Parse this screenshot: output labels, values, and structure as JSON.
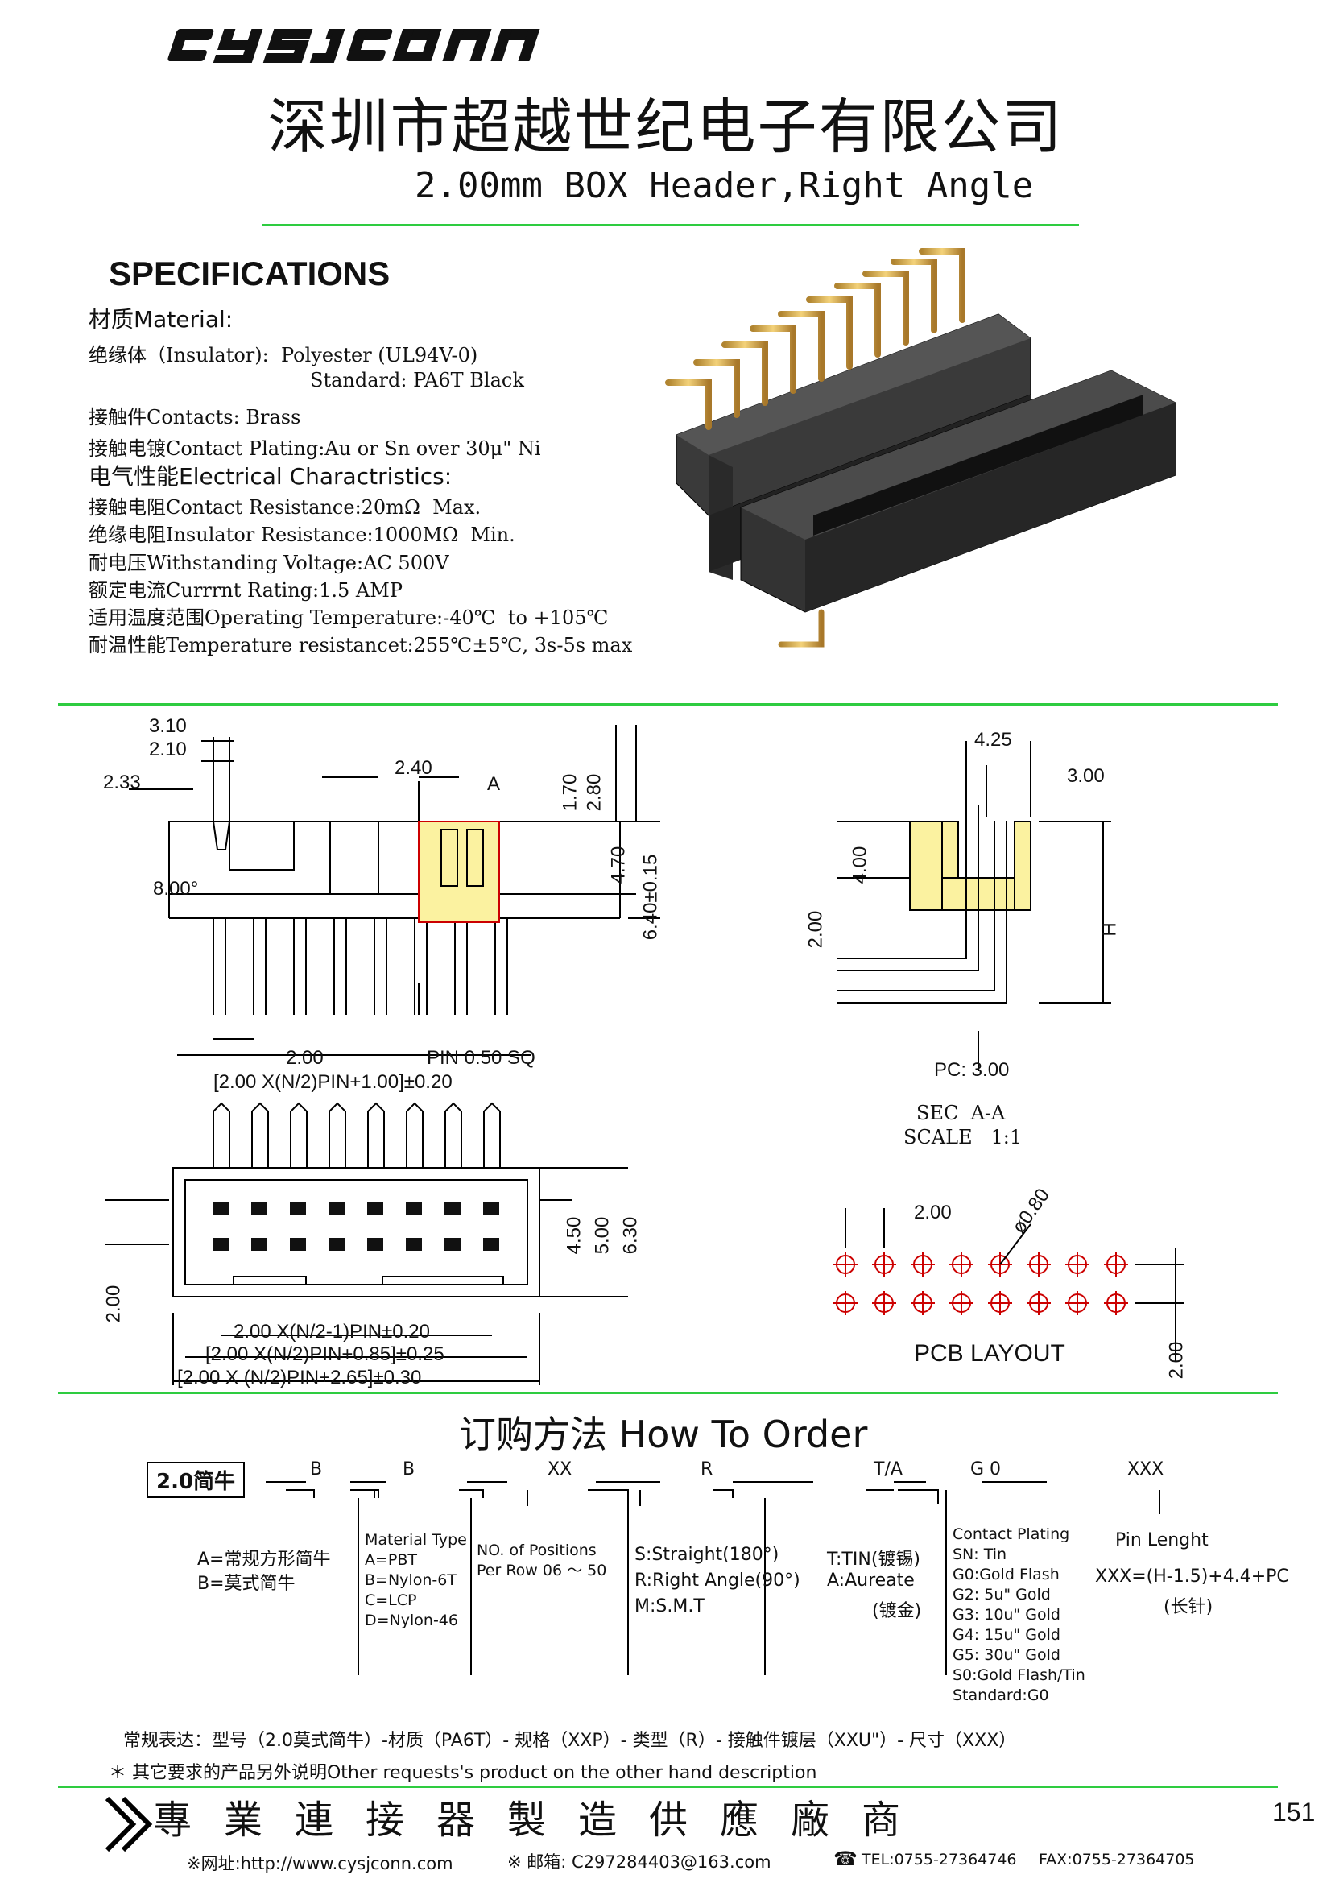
{
  "header": {
    "company_cn": "深圳市超越世纪电子有限公司",
    "product_title": "2.00mm BOX Header,Right Angle"
  },
  "specs": {
    "heading": "SPECIFICATIONS",
    "material_heading": "材质Material:",
    "insulator": "绝缘体（Insulator):  Polyester (UL94V-0)",
    "insulator_std": "Standard: PA6T Black",
    "contacts": "接触件Contacts: Brass",
    "plating": "接触电镀Contact Plating:Au or Sn over 30μ\" Ni",
    "electrical_heading": "电气性能Electrical Charactristics:",
    "contact_resistance": "接触电阻Contact Resistance:20mΩ  Max.",
    "insulator_resistance": "绝缘电阻Insulator Resistance:1000MΩ  Min.",
    "withstanding_voltage": "耐电压Withstanding Voltage:AC 500V",
    "current_rating": "额定电流Currrnt Rating:1.5 AMP",
    "operating_temp": "适用温度范围Operating Temperature:-40℃  to +105℃",
    "temp_resistance": "耐温性能Temperature resistancet:255℃±5℃, 3s-5s max"
  },
  "drawing": {
    "d310": "3.10",
    "d210": "2.10",
    "d233": "2.33",
    "d240": "2.40",
    "d170": "1.70",
    "d280": "2.80",
    "d470": "4.70",
    "d640": "6.40±0.15",
    "d800": "8.00°",
    "d200a": "2.00",
    "pin_sq": "PIN  0.50  SQ",
    "pitch_formula": "[2.00  X(N/2)PIN+1.00]±0.20",
    "sec_label_a": "A",
    "d425": "4.25",
    "d300": "3.00",
    "d400": "4.00",
    "d200b": "2.00",
    "dH": "H",
    "pc": "PC:  3.00",
    "sec_title": "SEC  A-A",
    "scale": "SCALE   1:1",
    "d450": "4.50",
    "d500": "5.00",
    "d630": "6.30",
    "d200c": "2.00",
    "f1": "2.00  X(N/2-1)PIN±0.20",
    "f2": "[2.00  X(N/2)PIN+0.85]±0.25",
    "f3": "[2.00  X  (N/2)PIN+2.65]±0.30",
    "pcb_pitch": "2.00",
    "pcb_hole": "ø0.80",
    "pcb_title": "PCB  LAYOUT",
    "pcb_row": "2.00"
  },
  "order": {
    "title": "订购方法  How To Order",
    "code_box": "2.0简牛",
    "c1": "B",
    "c2": "B",
    "c3": "XX",
    "c4": "R",
    "c5": "T/A",
    "c6": "G 0",
    "c7": "XXX",
    "type_a": "A=常规方形简牛",
    "type_b": "B=莫式简牛",
    "mat_title": "Material Type",
    "mat_a": "A=PBT",
    "mat_b": "B=Nylon-6T",
    "mat_c": "C=LCP",
    "mat_d": "D=Nylon-46",
    "pos_title": "NO. of Positions",
    "pos_range": "Per Row  06 ～ 50",
    "s": "S:Straight(180°)",
    "r": "R:Right Angle(90°)",
    "m": "M:S.M.T",
    "tin": "T:TIN(镀锡)",
    "au": "A:Aureate",
    "au_cn": "(镀金)",
    "cp_title": "Contact Plating",
    "sn": "SN: Tin",
    "g0": "G0:Gold Flash",
    "g2": "G2: 5u\" Gold",
    "g3": "G3: 10u\" Gold",
    "g4": "G4: 15u\" Gold",
    "g5": "G5: 30u\" Gold",
    "s0": "S0:Gold Flash/Tin",
    "std": "Standard:G0",
    "pin_len": "Pin Lenght",
    "pin_formula": "XXX=(H-1.5)+4.4+PC",
    "pin_cn": "(长针)",
    "regular": "常规表达：型号（2.0莫式简牛）-材质（PA6T）- 规格（XXP）- 类型（R）- 接触件镀层（XXU\"）- 尺寸（XXX）",
    "note": "＊ 其它要求的产品另外说明Other requests's product on the other hand description"
  },
  "footer": {
    "slogan": "專業連接器製造供應廠商",
    "page": "151",
    "web": "※网址:http://www.cysjconn.com",
    "email": "※ 邮箱:  C297284403@163.com",
    "tel": "TEL:0755-27364746",
    "fax": "FAX:0755-27364705"
  }
}
